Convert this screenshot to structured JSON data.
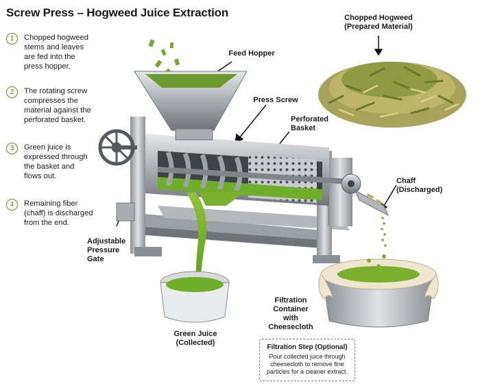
{
  "title": "Screw Press – Hogweed Juice Extraction",
  "steps": [
    {
      "num": "1",
      "text": "Chopped hogweed\nstems and leaves\nare fed into the\npress hopper."
    },
    {
      "num": "2",
      "text": "The rotating screw\ncompresses the\nmaterial against the\nperforated basket."
    },
    {
      "num": "3",
      "text": "Green juice is\nexpressed through\nthe basket and\nflows out."
    },
    {
      "num": "4",
      "text": "Remaining fiber\n(chaff) is discharged\nfrom the end."
    }
  ],
  "labels": {
    "chopped": "Chopped Hogweed\n(Prepared Material)",
    "hopper": "Feed Hopper",
    "screw": "Press Screw",
    "basket": "Perforated\nBasket",
    "chaff": "Chaff\n(Discharged)",
    "gate": "Adjustable\nPressure\nGate",
    "juice": "Green Juice\n(Collected)",
    "filtration": "Filtration\nContainer\nwith\nCheesecloth"
  },
  "filter_note": {
    "title": "Filtration Step (Optional)",
    "body": "Pour collected juice through cheesecloth to remove fine particles for a cleaner extract."
  },
  "colors": {
    "juice": "#6fae2a",
    "metal": "#b8bcc0",
    "accent": "#5a8f2a"
  }
}
